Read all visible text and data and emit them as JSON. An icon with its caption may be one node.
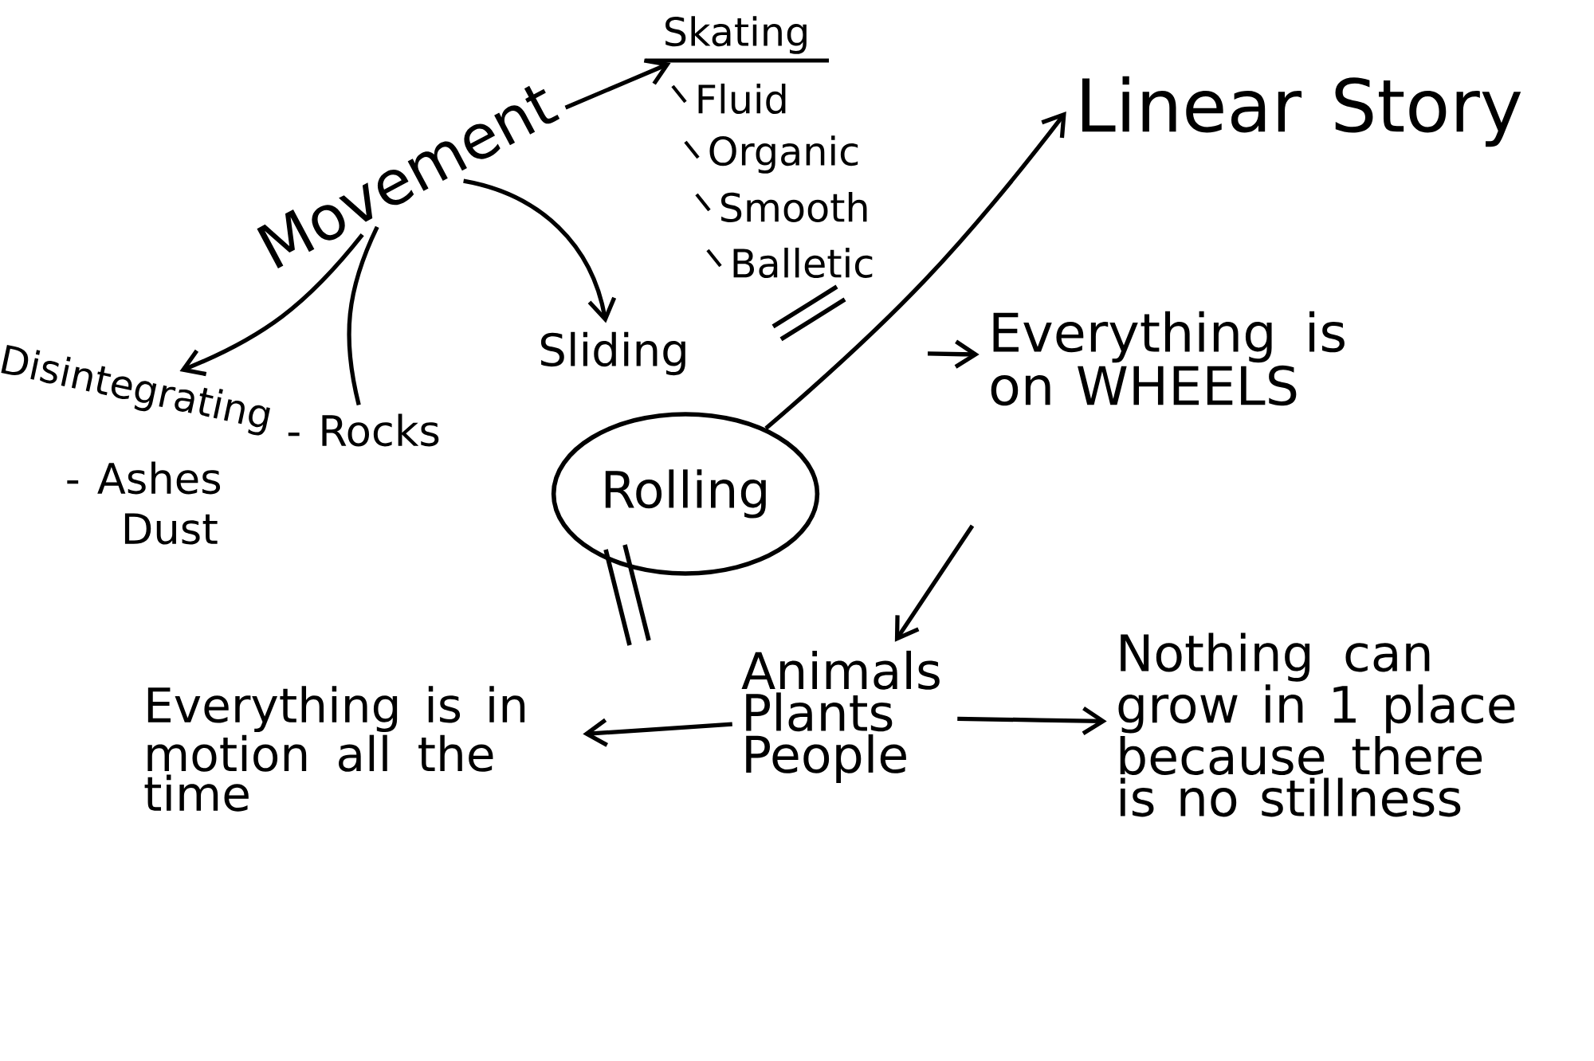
{
  "diagram": {
    "nodes": [
      {
        "text": [
          "Movement"
        ]
      },
      {
        "text": [
          "Skating"
        ]
      },
      {
        "text": [
          "Linear Story"
        ]
      },
      {
        "text": [
          "Disintegrating"
        ]
      },
      {
        "text": [
          "- Rocks"
        ]
      },
      {
        "text": [
          "Sliding"
        ]
      },
      {
        "text": [
          "Rolling"
        ]
      },
      {
        "text": [
          "Everything is on WHEELS"
        ]
      },
      {
        "text": [
          "Animals Plants People"
        ]
      },
      {
        "text": [
          "Everything is in motion all the time"
        ]
      },
      {
        "text": [
          "Nothing can grow in 1 place because there is no stillness"
        ]
      }
    ],
    "edges": [
      {
        "from": 0,
        "to": 1,
        "arrow": "to"
      },
      {
        "from": 0,
        "to": 5,
        "arrow": "to"
      },
      {
        "from": 0,
        "to": 3,
        "arrow": "to"
      },
      {
        "from": 0,
        "to": 4,
        "arrow": "none"
      },
      {
        "from": 6,
        "to": 2,
        "arrow": "to"
      },
      {
        "from": null,
        "to": 7,
        "arrow": "to"
      },
      {
        "from": null,
        "to": 8,
        "arrow": "to"
      },
      {
        "from": 8,
        "to": 9,
        "arrow": "to"
      },
      {
        "from": 8,
        "to": 10,
        "arrow": "to"
      }
    ],
    "labels": [
      "Fluid",
      "Organic",
      "Smooth",
      "Balletic",
      "- Ashes",
      "Dust"
    ]
  }
}
